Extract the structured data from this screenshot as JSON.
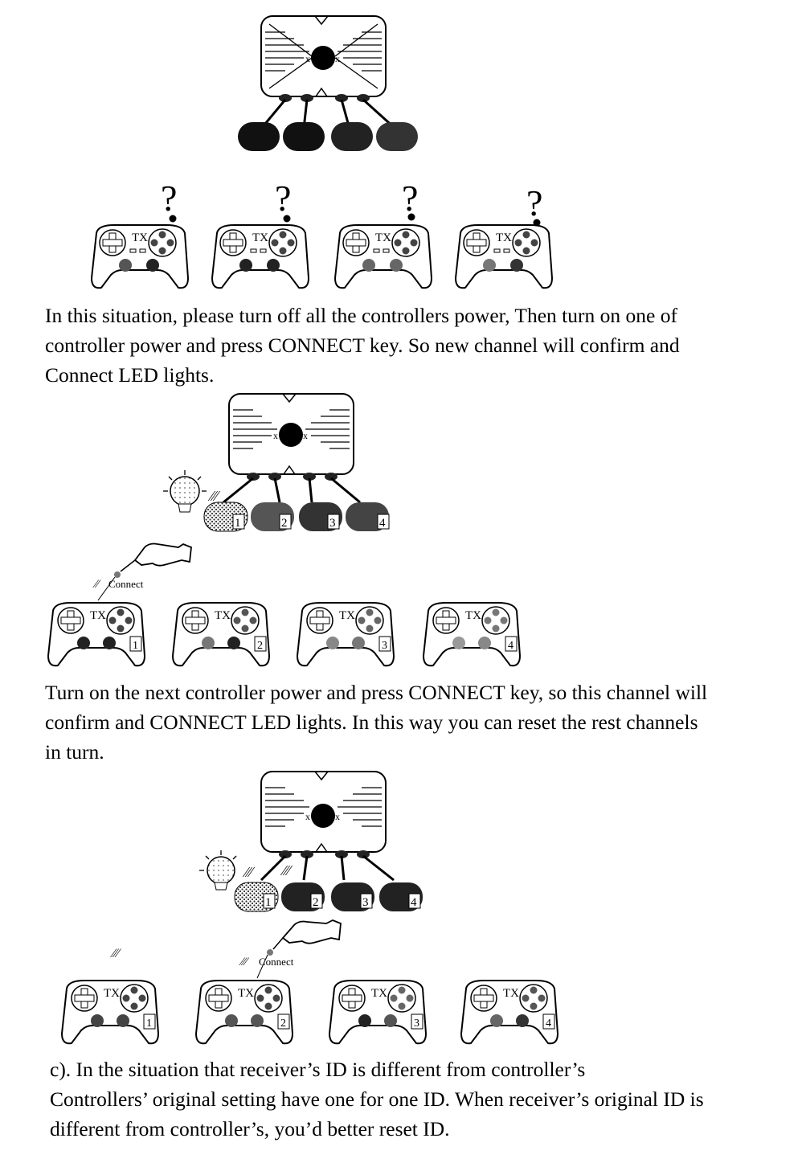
{
  "paragraphs": [
    {
      "lines": [
        "In this situation, please turn off all the controllers power, Then turn on one of",
        "controller power and press CONNECT key. So new channel will confirm and",
        "Connect LED lights."
      ]
    },
    {
      "lines": [
        "Turn on the next controller power and press CONNECT key, so this channel will",
        "confirm and CONNECT LED lights. In this way you can reset the rest channels",
        "in turn."
      ]
    },
    {
      "lines": [
        "c). In the situation that receiver’s ID is different from controller’s",
        "Controllers’ original setting have one for one ID. When receiver’s original ID is",
        "different from controller’s, you’d better reset ID."
      ]
    }
  ],
  "figures": {
    "controller_label": "TX",
    "connect_label": "Connect",
    "question_mark": "?",
    "figure2": {
      "receiver_ids": [
        "1",
        "2",
        "3",
        "4"
      ],
      "controller_ids": [
        "1",
        "2",
        "3",
        "4"
      ]
    },
    "figure3": {
      "receiver_ids": [
        "1",
        "2",
        "3",
        "4"
      ],
      "controller_ids": [
        "1",
        "2",
        "3",
        "4"
      ]
    }
  }
}
